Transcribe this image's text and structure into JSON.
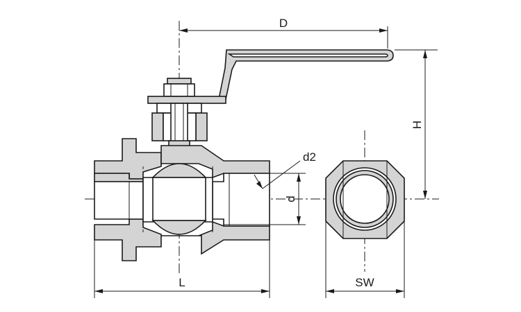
{
  "dimensions": {
    "D": "D",
    "H": "H",
    "d2": "d2",
    "d": "d",
    "L": "L",
    "SW": "SW"
  },
  "colors": {
    "line": "#1a1a1a",
    "body_fill": "#d4d4d4",
    "background": "#ffffff"
  }
}
